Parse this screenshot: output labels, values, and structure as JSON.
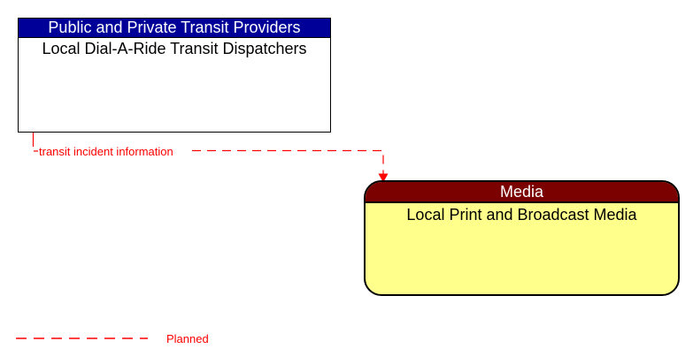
{
  "diagram": {
    "entities": [
      {
        "id": "source",
        "shape": "rectangle",
        "title": "Public and Private Transit Providers",
        "element": "Local Dial-A-Ride Transit Dispatchers",
        "header_bg": "#000099",
        "header_text_color": "#FFFFFF",
        "body_bg": "#FFFFFF",
        "body_text_color": "#000000"
      },
      {
        "id": "target",
        "shape": "rounded",
        "title": "Media",
        "element": "Local Print and Broadcast Media",
        "header_bg": "#7B0000",
        "header_text_color": "#FFFFFF",
        "body_bg": "#FFFF8C",
        "body_text_color": "#000000"
      }
    ],
    "flow": {
      "label": "transit incident information",
      "status": "planned",
      "line_style": "dashed",
      "color": "#FF0000"
    },
    "legend": {
      "label": "Planned",
      "line_style": "dashed",
      "color": "#FF0000"
    }
  }
}
